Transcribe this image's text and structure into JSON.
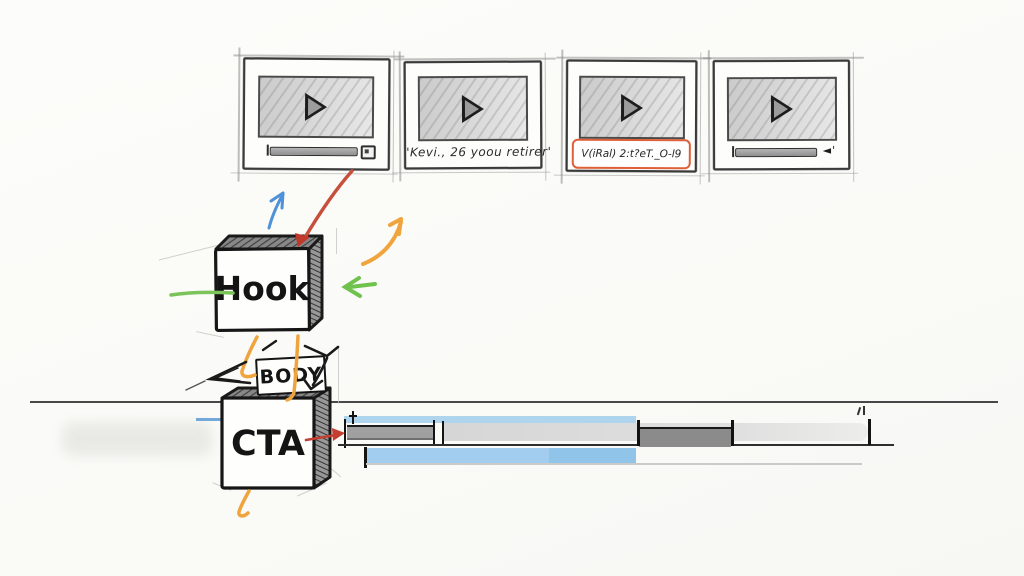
{
  "scene": {
    "type": "hand-drawn video ad storyboard sketch",
    "background": "#fbfbf8"
  },
  "storyboard": {
    "players": [
      {
        "name": "video-frame-1",
        "play_icon": "play-triangle-icon",
        "progress_bar": true,
        "right_control": "stop-square-icon",
        "caption": ""
      },
      {
        "name": "video-frame-2",
        "play_icon": "play-triangle-icon",
        "progress_bar": false,
        "caption": "'Kevi., 26 yoou retirer'",
        "caption_boxed": false
      },
      {
        "name": "video-frame-3",
        "play_icon": "play-triangle-icon",
        "progress_bar": false,
        "caption": "V(iRal) 2:t?eT._O-l9",
        "caption_boxed": true,
        "caption_box_color": "#df6038"
      },
      {
        "name": "video-frame-4",
        "play_icon": "play-triangle-icon",
        "progress_bar": true,
        "right_control": "speaker-icon",
        "speaker_glyph": "◄'",
        "caption": ""
      }
    ]
  },
  "flow": {
    "hook": {
      "label": "Hook"
    },
    "body": {
      "label": "BODY"
    },
    "cta": {
      "label": "CTA"
    }
  },
  "annotations": {
    "arrow_colors": {
      "blue": "#4e92d8",
      "red": "#c94f3d",
      "orange": "#f0a43e",
      "green": "#6fc24c",
      "black": "#1a1a1a"
    }
  },
  "timeline": {
    "highlight_band_color": "#a6cfec",
    "gray_clip_color": "#a0a0a0",
    "dark_clip_color": "#8b8b8b",
    "light_bar_color": "#dcdcdc",
    "blue_bar_color": "#a2cdee"
  }
}
